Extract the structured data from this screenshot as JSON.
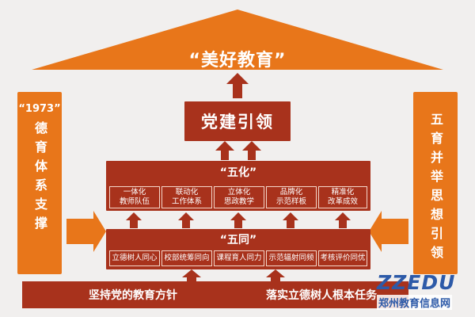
{
  "roof": {
    "title": "“美好教育”"
  },
  "left_panel": {
    "number": "“1973”",
    "text": "德育体系支撑"
  },
  "right_panel": {
    "text": "五育并举思想引领"
  },
  "party": {
    "label": "党建引领"
  },
  "wuhua": {
    "title": "“五化”",
    "items": [
      {
        "line1": "一体化",
        "line2": "教师队伍"
      },
      {
        "line1": "联动化",
        "line2": "工作体系"
      },
      {
        "line1": "立体化",
        "line2": "思政教学"
      },
      {
        "line1": "品牌化",
        "line2": "示范样板"
      },
      {
        "line1": "精准化",
        "line2": "改革成效"
      }
    ]
  },
  "wutong": {
    "title": "“五同”",
    "items": [
      "立德树人同心",
      "校部统筹同向",
      "课程育人同力",
      "示范辐射同频",
      "考核评价同优"
    ]
  },
  "foundation": {
    "left": "坚持党的教育方针",
    "right": "落实立德树人根本任务"
  },
  "watermark": {
    "brand": "ZZEDU",
    "site": "郑州教育信息网"
  },
  "colors": {
    "dark_red": "#a8321c",
    "orange": "#e8761a",
    "logo_blue": "#2d5aa8"
  }
}
